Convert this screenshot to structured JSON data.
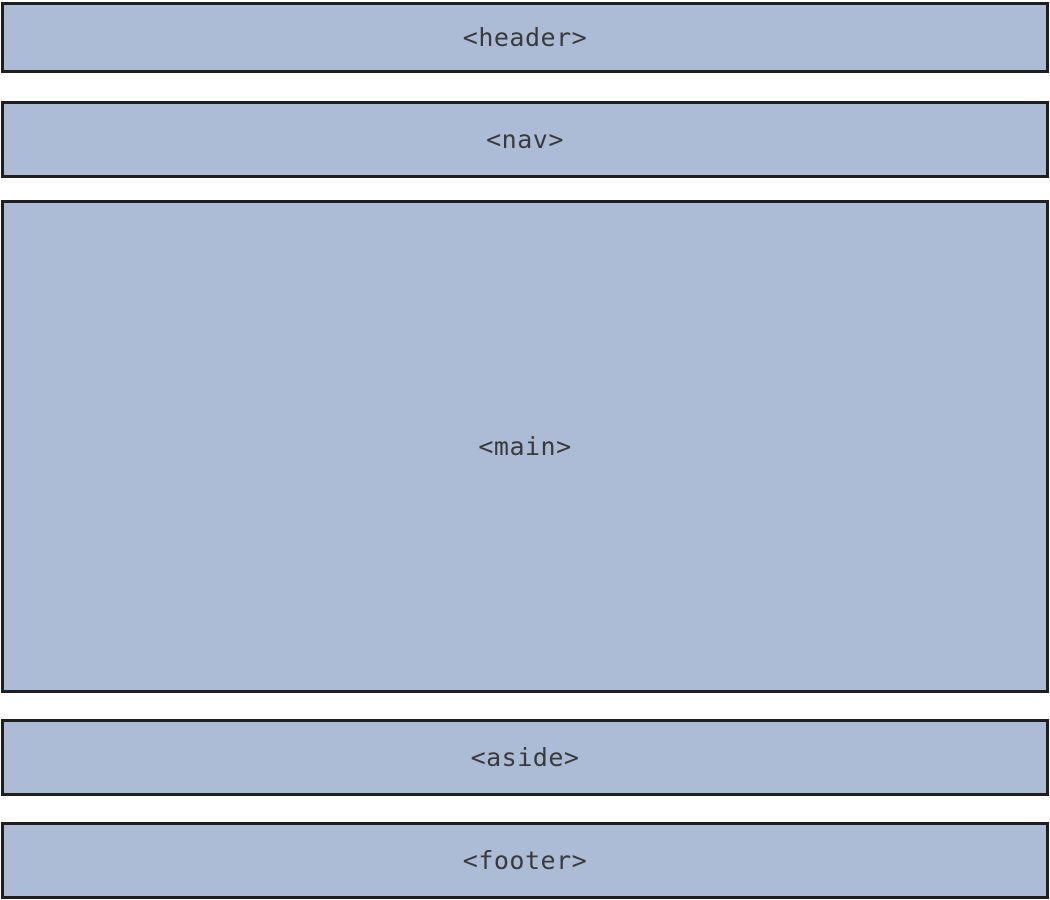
{
  "diagram": {
    "description": "HTML5 semantic page layout diagram with stacked element boxes",
    "colors": {
      "box_fill": "#adbcd6",
      "box_border": "#1f1f1f",
      "label_text": "#3a3a3a",
      "background": "#ffffff"
    },
    "boxes": [
      {
        "id": "header",
        "label": "<header>"
      },
      {
        "id": "nav",
        "label": "<nav>"
      },
      {
        "id": "main",
        "label": "<main>"
      },
      {
        "id": "aside",
        "label": "<aside>"
      },
      {
        "id": "footer",
        "label": "<footer>"
      }
    ]
  }
}
